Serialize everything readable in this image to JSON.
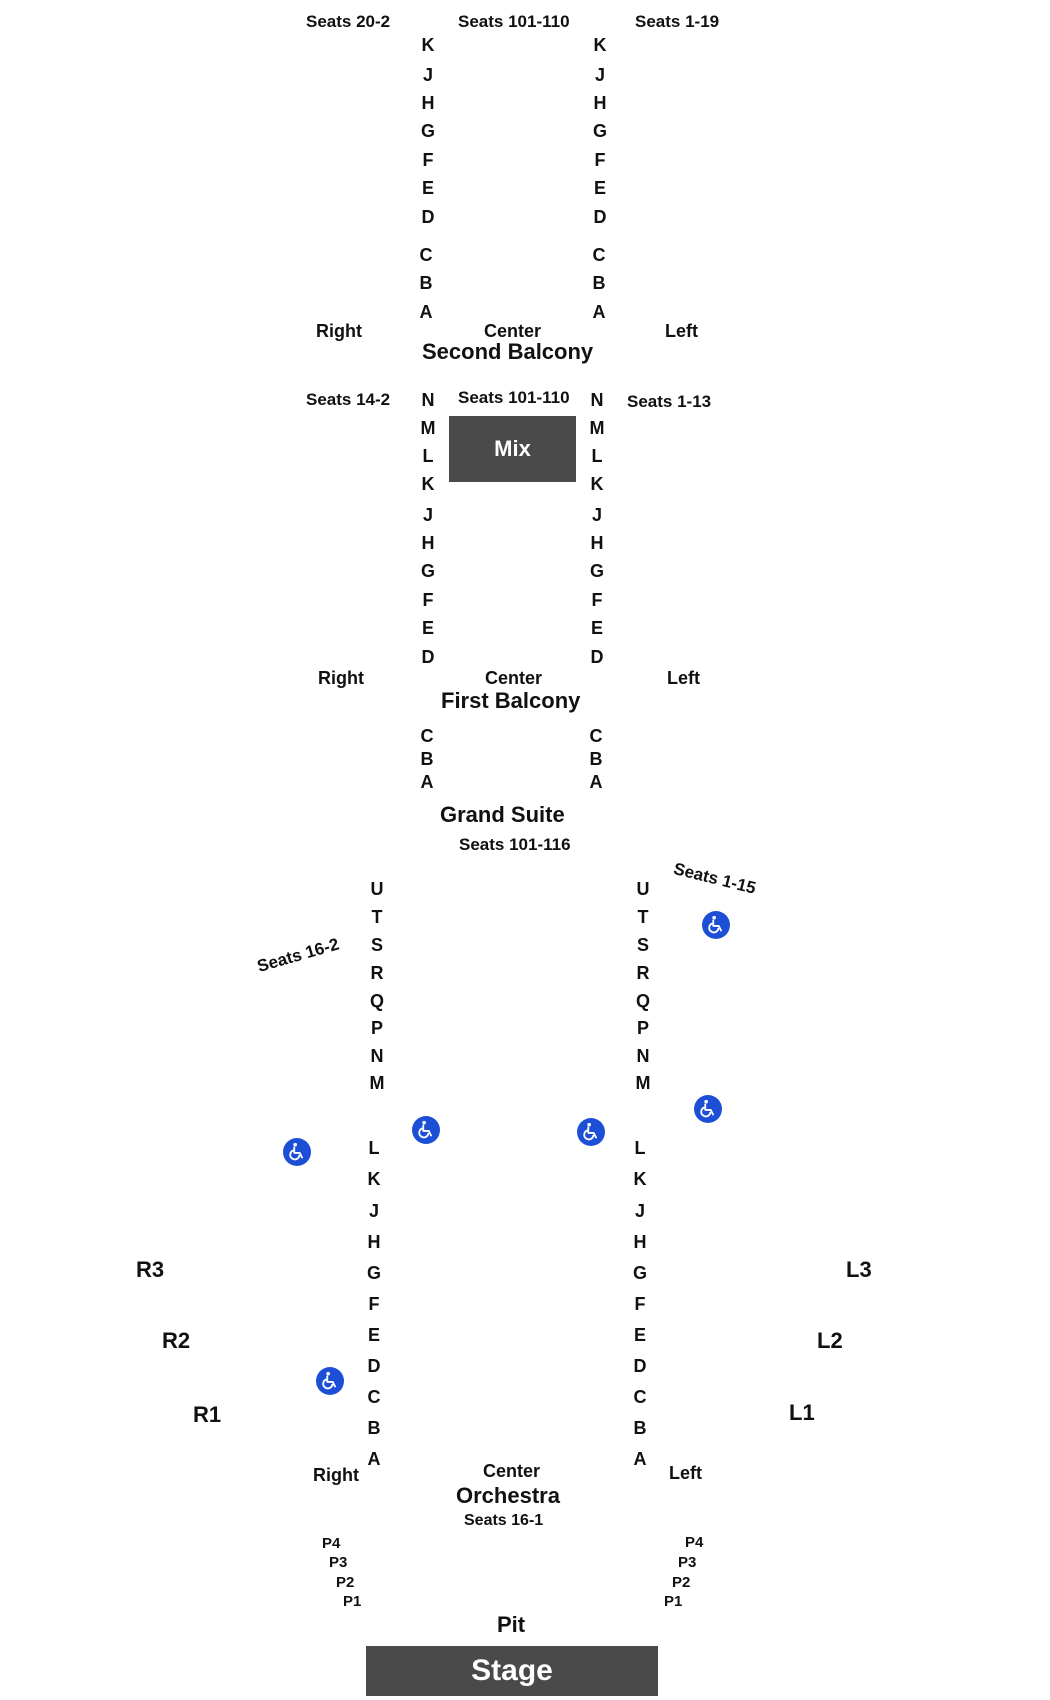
{
  "second_balcony": {
    "seats_right": "Seats 20-2",
    "seats_center": "Seats 101-110",
    "seats_left": "Seats 1-19",
    "rows": [
      "K",
      "J",
      "H",
      "G",
      "F",
      "E",
      "D",
      "C",
      "B",
      "A"
    ],
    "right_label": "Right",
    "center_label": "Center",
    "left_label": "Left",
    "title": "Second Balcony"
  },
  "first_balcony": {
    "seats_right": "Seats 14-2",
    "seats_center": "Seats 101-110",
    "seats_left": "Seats 1-13",
    "rows": [
      "N",
      "M",
      "L",
      "K",
      "J",
      "H",
      "G",
      "F",
      "E",
      "D"
    ],
    "mix_label": "Mix",
    "right_label": "Right",
    "center_label": "Center",
    "left_label": "Left",
    "title": "First Balcony",
    "lower_rows": [
      "C",
      "B",
      "A"
    ]
  },
  "grand_suite": {
    "title": "Grand Suite",
    "seats": "Seats 101-116"
  },
  "orchestra": {
    "seats_right": "Seats 16-2",
    "seats_left": "Seats 1-15",
    "rows": [
      "U",
      "T",
      "S",
      "R",
      "Q",
      "P",
      "N",
      "M",
      "L",
      "K",
      "J",
      "H",
      "G",
      "F",
      "E",
      "D",
      "C",
      "B",
      "A"
    ],
    "box_right": [
      "R3",
      "R2",
      "R1"
    ],
    "box_left": [
      "L3",
      "L2",
      "L1"
    ],
    "right_label": "Right",
    "center_label": "Center",
    "left_label": "Left",
    "title": "Orchestra",
    "center_seats": "Seats 16-1",
    "pit_rows": [
      "P4",
      "P3",
      "P2",
      "P1"
    ],
    "pit_label": "Pit"
  },
  "stage": {
    "label": "Stage"
  },
  "icons": {
    "accessible": "wheelchair-icon"
  },
  "colors": {
    "dark_box": "#4a4a4a",
    "accessible_blue": "#1d4fd6"
  }
}
